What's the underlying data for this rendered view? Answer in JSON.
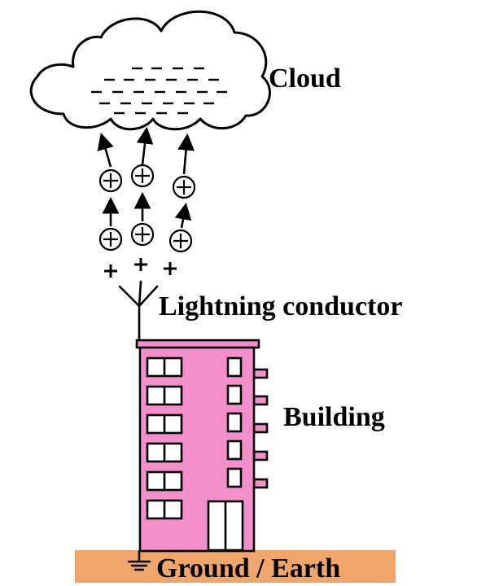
{
  "labels": {
    "cloud": "Cloud",
    "conductor": "Lightning conductor",
    "building": "Building",
    "ground": "Ground / Earth"
  },
  "symbols": {
    "negative_charge": "−",
    "positive_charge": "+"
  },
  "colors": {
    "building_fill": "#f38fcb",
    "ground_fill": "#f0a66a",
    "line": "#000000",
    "window_fill": "#ffffff",
    "background": "#ffffff"
  },
  "icons": {
    "earth": "earth-ground-symbol",
    "positive_ion": "circled-plus"
  }
}
